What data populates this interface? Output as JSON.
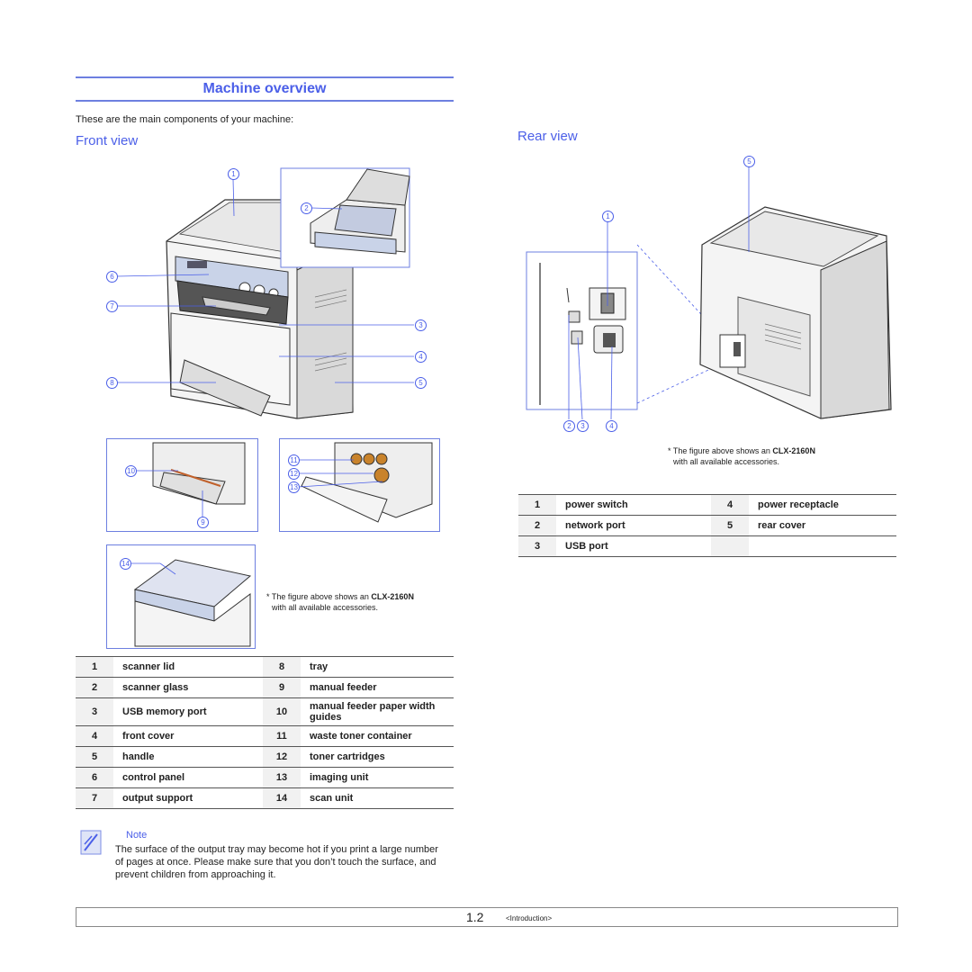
{
  "title": "Machine overview",
  "intro": "These are the main components of your machine:",
  "front": {
    "heading": "Front view",
    "footnote_pre": "* The figure above shows an ",
    "footnote_model": "CLX-2160N",
    "footnote_post": "with all available accessories.",
    "callouts": [
      "1",
      "2",
      "3",
      "4",
      "5",
      "6",
      "7",
      "8",
      "9",
      "10",
      "11",
      "12",
      "13",
      "14"
    ],
    "legend": [
      {
        "n1": "1",
        "l1": "scanner lid",
        "n2": "8",
        "l2": "tray"
      },
      {
        "n1": "2",
        "l1": "scanner glass",
        "n2": "9",
        "l2": "manual feeder"
      },
      {
        "n1": "3",
        "l1": "USB memory port",
        "n2": "10",
        "l2": "manual feeder paper width guides"
      },
      {
        "n1": "4",
        "l1": "front cover",
        "n2": "11",
        "l2": "waste toner container"
      },
      {
        "n1": "5",
        "l1": "handle",
        "n2": "12",
        "l2": "toner cartridges"
      },
      {
        "n1": "6",
        "l1": "control panel",
        "n2": "13",
        "l2": "imaging unit"
      },
      {
        "n1": "7",
        "l1": "output support",
        "n2": "14",
        "l2": "scan unit"
      }
    ]
  },
  "rear": {
    "heading": "Rear view",
    "footnote_pre": "* The figure above shows an ",
    "footnote_model": "CLX-2160N",
    "footnote_post": "with all available accessories.",
    "callouts": [
      "1",
      "2",
      "3",
      "4",
      "5"
    ],
    "legend": [
      {
        "n1": "1",
        "l1": "power switch",
        "n2": "4",
        "l2": "power receptacle"
      },
      {
        "n1": "2",
        "l1": "network port",
        "n2": "5",
        "l2": "rear cover"
      },
      {
        "n1": "3",
        "l1": "USB port",
        "n2": "",
        "l2": ""
      }
    ]
  },
  "note": {
    "title": "Note",
    "text": "The surface of the output tray may become hot if you print a large number of pages at once. Please make sure that you don’t touch the surface, and prevent children from approaching it."
  },
  "footer": {
    "page": "1.2",
    "chapter": "<Introduction>"
  },
  "colors": {
    "accent": "#4b5fe8",
    "rule": "#6d7fe0"
  }
}
